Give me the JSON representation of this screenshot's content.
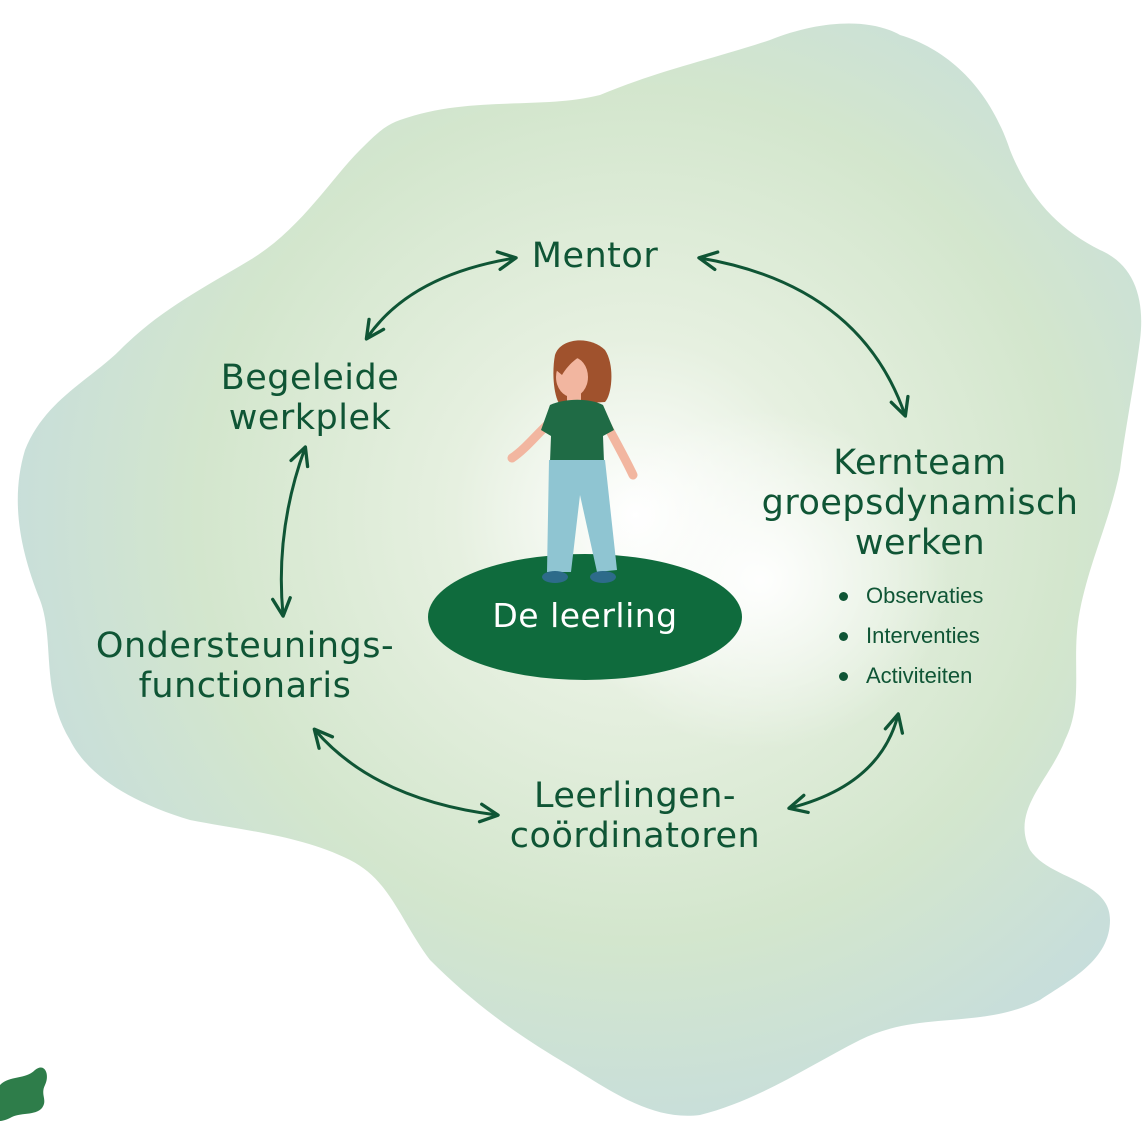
{
  "center": {
    "label": "De leerling"
  },
  "nodes": {
    "mentor": [
      "Mentor"
    ],
    "begeleide_werkplek": [
      "Begeleide",
      "werkplek"
    ],
    "kernteam": [
      "Kernteam",
      "groepsdynamisch",
      "werken"
    ],
    "ondersteuningsfunctionaris": [
      "Ondersteunings-",
      "functionaris"
    ],
    "leerlingencoordinatoren": [
      "Leerlingen-",
      "coördinatoren"
    ]
  },
  "kernteam_activities": [
    "Observaties",
    "Interventies",
    "Activiteiten"
  ],
  "colors": {
    "text": "#0f5535",
    "ellipse": "#0f6b3d",
    "blob_green": "#d6e8cf",
    "blob_blue": "#c5dde4",
    "shirt": "#1f6b45",
    "pants": "#8fc5d2",
    "hair": "#a0522d",
    "skin": "#f2b6a0"
  }
}
